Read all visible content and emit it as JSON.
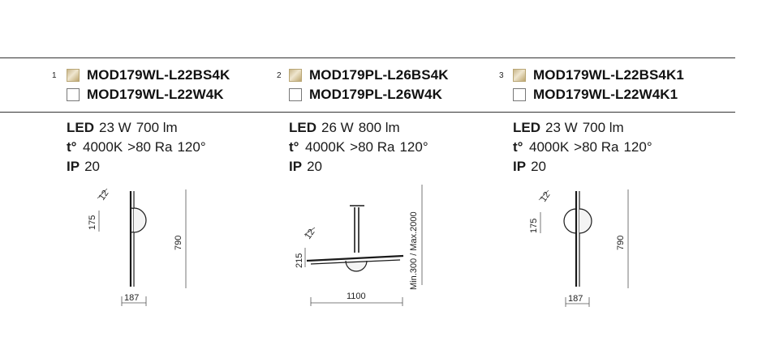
{
  "products": [
    {
      "number": "1",
      "variants": [
        {
          "finish": "gold",
          "code": "MOD179WL-L22BS4K"
        },
        {
          "finish": "white",
          "code": "MOD179WL-L22W4K"
        }
      ],
      "specs": {
        "led_label": "LED",
        "power": "23 W",
        "flux": "700 lm",
        "temp_label": "t°",
        "cct": "4000K",
        "cri": ">80 Ra",
        "angle": "120°",
        "ip_label": "IP",
        "ip": "20"
      },
      "drawing": {
        "depth": "12",
        "arm": "175",
        "height": "790",
        "width": "187"
      }
    },
    {
      "number": "2",
      "variants": [
        {
          "finish": "gold",
          "code": "MOD179PL-L26BS4K"
        },
        {
          "finish": "white",
          "code": "MOD179PL-L26W4K"
        }
      ],
      "specs": {
        "led_label": "LED",
        "power": "26 W",
        "flux": "800 lm",
        "temp_label": "t°",
        "cct": "4000K",
        "cri": ">80 Ra",
        "angle": "120°",
        "ip_label": "IP",
        "ip": "20"
      },
      "drawing": {
        "depth": "12",
        "height": "215",
        "suspension": "Min.300 / Max.2000",
        "width": "1100"
      }
    },
    {
      "number": "3",
      "variants": [
        {
          "finish": "gold",
          "code": "MOD179WL-L22BS4K1"
        },
        {
          "finish": "white",
          "code": "MOD179WL-L22W4K1"
        }
      ],
      "specs": {
        "led_label": "LED",
        "power": "23 W",
        "flux": "700 lm",
        "temp_label": "t°",
        "cct": "4000K",
        "cri": ">80 Ra",
        "angle": "120°",
        "ip_label": "IP",
        "ip": "20"
      },
      "drawing": {
        "depth": "12",
        "arm": "175",
        "height": "790",
        "width": "187"
      }
    }
  ],
  "colors": {
    "gold_swatch": "#d8c79a",
    "white_swatch": "#ffffff",
    "line": "#1a1a1a"
  }
}
